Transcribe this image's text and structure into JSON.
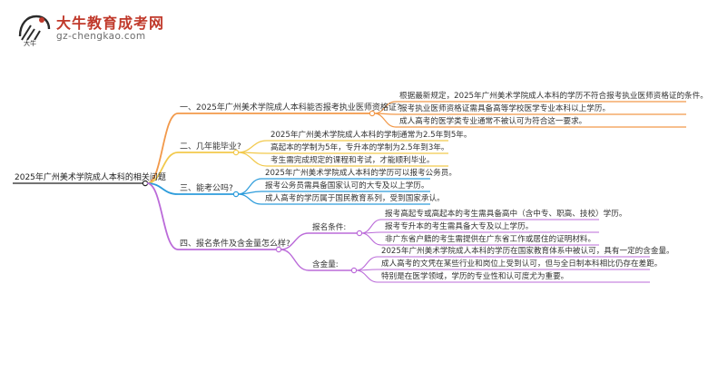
{
  "logo": {
    "mark_text": "大牛",
    "title": "大牛教育成考网",
    "url": "gz-chengkao.com"
  },
  "root": "2025年广州美术学院成人本科的相关问题",
  "colors": {
    "root_line": "#222222",
    "branch1": "#f2994a",
    "branch2": "#f2c94c",
    "branch3": "#2d9cdb",
    "branch4": "#bb6bd9",
    "text": "#333333"
  },
  "branches": [
    {
      "title": "一、2025年广州美术学院成人本科能否报考执业医师资格证?",
      "leaves": [
        "根据最新规定，2025年广州美术学院成人本科的学历不符合报考执业医师资格证的条件。",
        "报考执业医师资格证需具备高等学校医学专业本科以上学历。",
        "成人高考的医学类专业通常不被认可为符合这一要求。"
      ]
    },
    {
      "title": "二、几年能毕业?",
      "leaves": [
        "2025年广州美术学院成人本科的学制通常为2.5年到5年。",
        "高起本的学制为5年，专升本的学制为2.5年到3年。",
        "考生需完成规定的课程和考试，才能顺利毕业。"
      ]
    },
    {
      "title": "三、能考公吗?",
      "leaves": [
        "2025年广州美术学院成人本科的学历可以报考公务员。",
        "报考公务员需具备国家认可的大专及以上学历。",
        "成人高考的学历属于国民教育系列，受到国家承认。"
      ]
    },
    {
      "title": "四、报名条件及含金量怎么样?",
      "subs": [
        {
          "title": "报名条件:",
          "leaves": [
            "报考高起专或高起本的考生需具备高中（含中专、职高、技校）学历。",
            "报考专升本的考生需具备大专及以上学历。",
            "非广东省户籍的考生需提供在广东省工作或居住的证明材料。"
          ]
        },
        {
          "title": "含金量:",
          "leaves": [
            "2025年广州美术学院成人本科的学历在国家教育体系中被认可，具有一定的含金量。",
            "成人高考的文凭在某些行业和岗位上受到认可，但与全日制本科相比仍存在差距。",
            "特别是在医学领域，学历的专业性和认可度尤为重要。"
          ]
        }
      ]
    }
  ]
}
